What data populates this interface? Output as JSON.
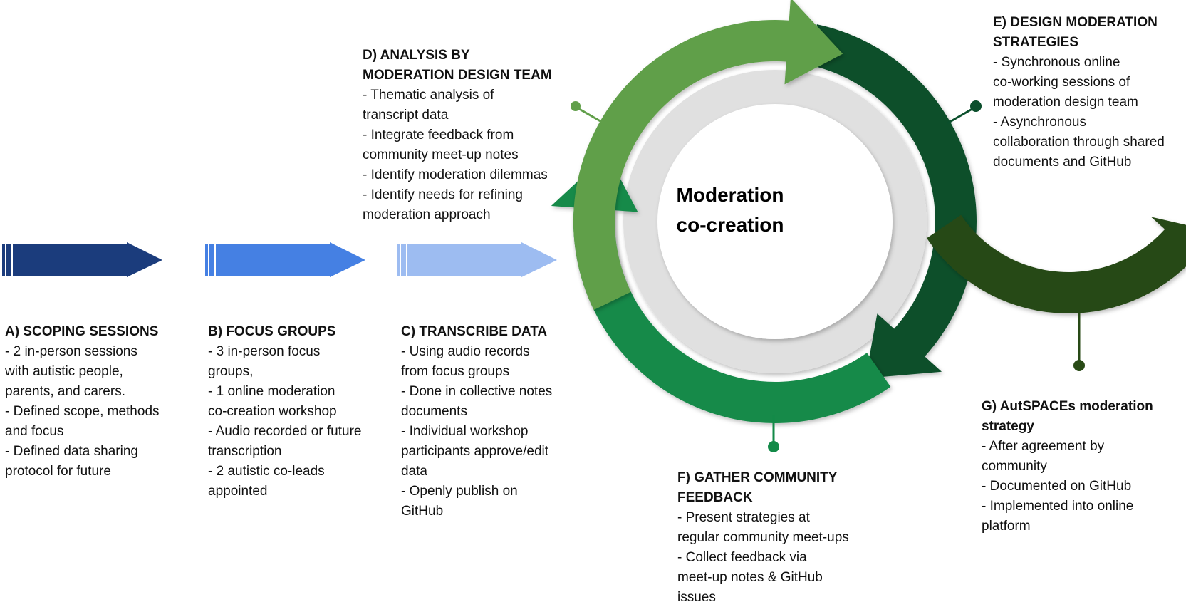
{
  "center": {
    "line1": "Moderation",
    "line2": "co-creation"
  },
  "colors": {
    "arrow_a": "#1b3c7c",
    "arrow_b": "#4580e3",
    "arrow_c": "#9dbcf1",
    "cycle_d": "#619f4a",
    "cycle_e": "#0b4f2c",
    "cycle_f": "#138a48",
    "arrow_g": "#284a16",
    "ring": "#e0e0e0",
    "text": "#111111"
  },
  "stages": {
    "a": {
      "title": [
        "A) SCOPING SESSIONS"
      ],
      "lines": [
        "- 2 in-person sessions",
        "with autistic people,",
        "parents, and carers.",
        "- Defined scope, methods",
        "and focus",
        "- Defined data sharing",
        "protocol for future"
      ]
    },
    "b": {
      "title": [
        "B) FOCUS GROUPS"
      ],
      "lines": [
        "- 3 in-person focus",
        "groups,",
        "- 1 online moderation",
        "co-creation workshop",
        "- Audio recorded or future",
        "transcription",
        "- 2 autistic co-leads",
        "appointed"
      ]
    },
    "c": {
      "title": [
        "C) TRANSCRIBE DATA"
      ],
      "lines": [
        "- Using audio records",
        "from focus groups",
        " - Done in collective notes",
        "documents",
        "- Individual workshop",
        "participants approve/edit",
        "data",
        "- Openly publish on",
        "GitHub"
      ]
    },
    "d": {
      "title": [
        "D) ANALYSIS BY",
        "MODERATION DESIGN TEAM"
      ],
      "lines": [
        "- Thematic analysis of",
        "transcript data",
        "- Integrate feedback from",
        "community meet-up notes",
        "- Identify moderation dilemmas",
        "- Identify needs for refining",
        "moderation approach"
      ]
    },
    "e": {
      "title": [
        "E) DESIGN MODERATION",
        "STRATEGIES"
      ],
      "lines": [
        "- Synchronous online",
        "co-working sessions of",
        "moderation design team",
        "- Asynchronous",
        "collaboration through shared",
        "documents and GitHub"
      ]
    },
    "f": {
      "title": [
        "F) GATHER COMMUNITY",
        "FEEDBACK"
      ],
      "lines": [
        "- Present strategies at",
        "regular community meet-ups",
        "- Collect feedback via",
        "meet-up notes & GitHub",
        "issues"
      ]
    },
    "g": {
      "title": [
        "G) AutSPACEs moderation",
        "strategy"
      ],
      "lines": [
        "- After agreement by",
        "community",
        "- Documented on GitHub",
        "- Implemented into online",
        "platform"
      ]
    }
  }
}
